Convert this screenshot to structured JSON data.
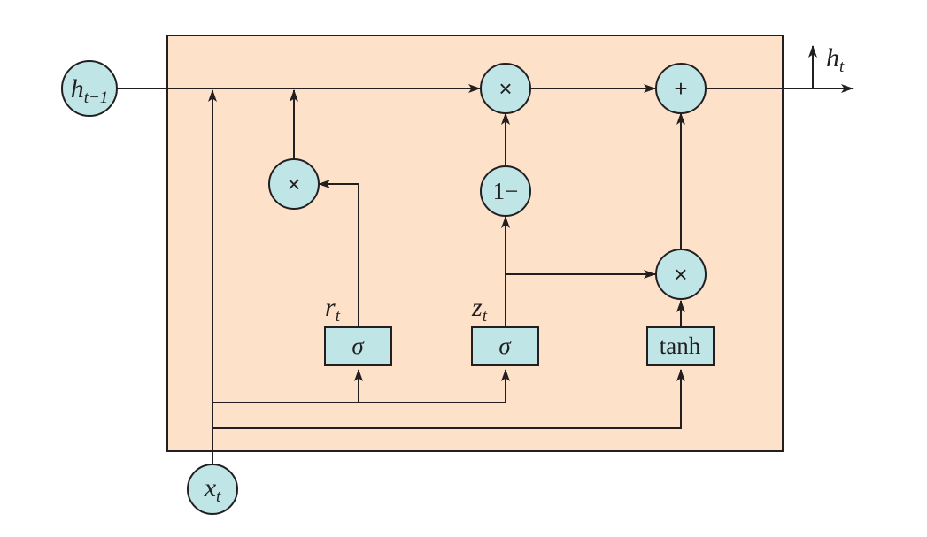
{
  "labels": {
    "input_prev_state": {
      "main": "h",
      "sub": "t−1"
    },
    "input_x": {
      "main": "x",
      "sub": "t"
    },
    "output_h": {
      "main": "h",
      "sub": "t"
    },
    "reset_gate": {
      "main": "r",
      "sub": "t"
    },
    "update_gate": {
      "main": "z",
      "sub": "t"
    }
  },
  "operators": {
    "top_multiply": "×",
    "add": "+",
    "reset_multiply": "×",
    "one_minus": "1−",
    "candidate_multiply": "×"
  },
  "gates": {
    "reset_sigma": "σ",
    "update_sigma": "σ",
    "candidate_tanh": "tanh"
  },
  "colors": {
    "cell_fill": "#fde1c8",
    "node_fill": "#bfe5e7",
    "stroke": "#231f20",
    "background": "#ffffff"
  }
}
